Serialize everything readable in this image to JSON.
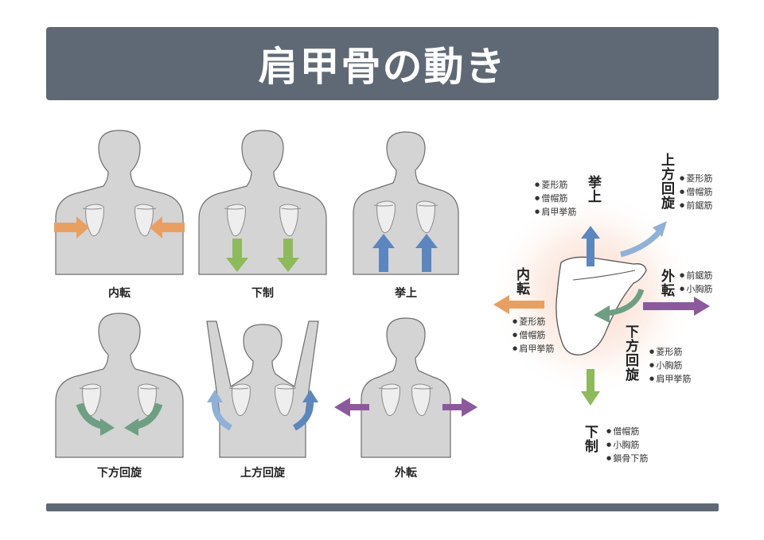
{
  "header": {
    "title": "肩甲骨の動き"
  },
  "panels": [
    {
      "label": "内転"
    },
    {
      "label": "下制"
    },
    {
      "label": "挙上"
    },
    {
      "label": "下方回旋"
    },
    {
      "label": "上方回旋"
    },
    {
      "label": "外転"
    }
  ],
  "diagram": {
    "directions": {
      "elevation": "挙上",
      "upward_rotation": "上方回旋",
      "abduction": "外転",
      "adduction": "内転",
      "downward_rotation": "下方回旋",
      "depression": "下制"
    },
    "muscles": {
      "elevation": [
        "菱形筋",
        "僧帽筋",
        "肩甲挙筋"
      ],
      "upward_rotation": [
        "菱形筋",
        "僧帽筋",
        "前鋸筋"
      ],
      "abduction": [
        "前鋸筋",
        "小胸筋"
      ],
      "adduction": [
        "菱形筋",
        "僧帽筋",
        "肩甲挙筋"
      ],
      "downward_rotation": [
        "菱形筋",
        "小胸筋",
        "肩甲挙筋"
      ],
      "depression": [
        "僧帽筋",
        "小胸筋",
        "鎖骨下筋"
      ]
    }
  },
  "colors": {
    "header_bg": "#5e6975",
    "orange": "#e8a062",
    "green": "#8dba5a",
    "blue": "#5b86bf",
    "light_blue": "#8fb1d8",
    "teal_green": "#6e9f82",
    "purple": "#8c5a9c",
    "body_gray": "#d4d4d4"
  }
}
